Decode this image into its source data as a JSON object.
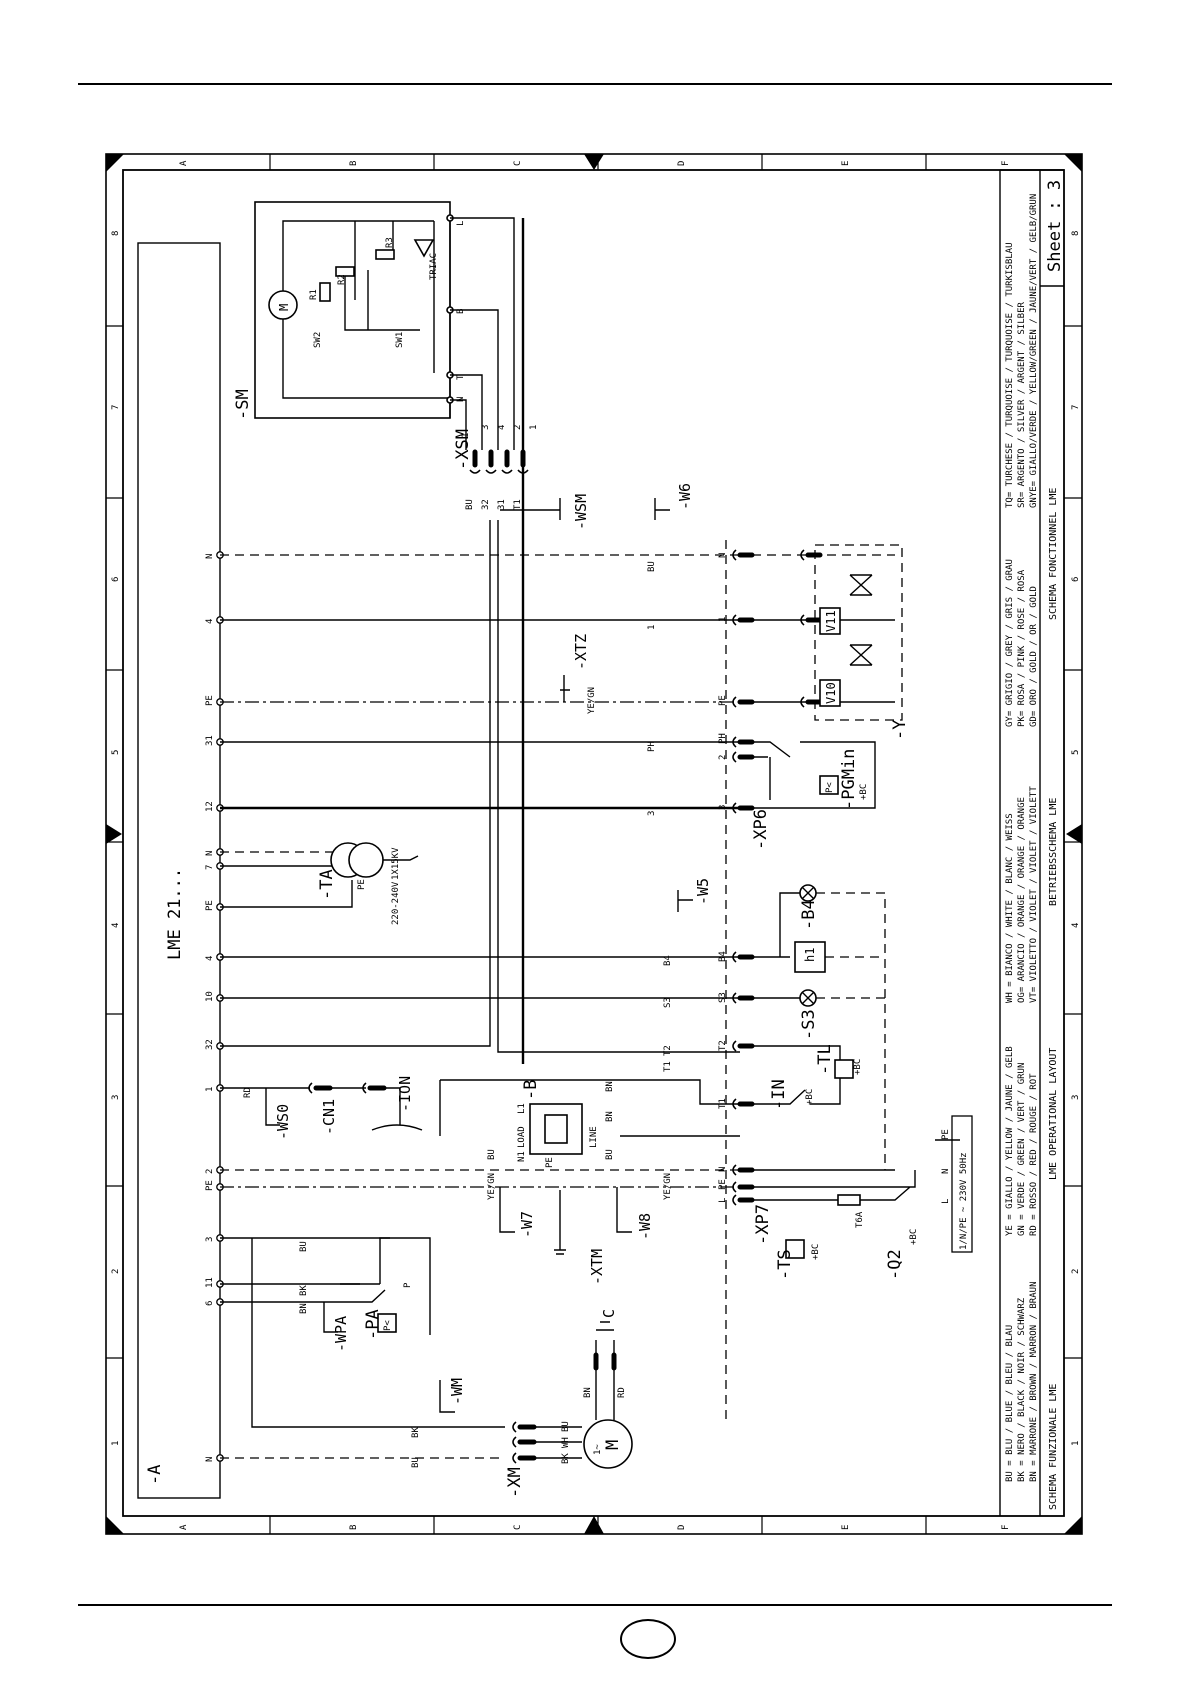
{
  "frame": {
    "cols_top": [
      "A",
      "B",
      "C",
      "D",
      "E",
      "F"
    ],
    "cols_bottom": [
      "A",
      "B",
      "C",
      "D",
      "E",
      "F"
    ],
    "rows_left": [
      "8",
      "7",
      "6",
      "5",
      "4",
      "3",
      "2",
      "1"
    ],
    "rows_right": [
      "8",
      "7",
      "6",
      "5",
      "4",
      "3",
      "2",
      "1"
    ]
  },
  "modules": {
    "lme": "LME 21...",
    "a": "-A",
    "sm": "-SM",
    "ta": "-TA",
    "ta_pe": "PE",
    "ta_volt": "220-240V",
    "ta_rating": "1X15KV"
  },
  "sm_parts": {
    "r1": "R1",
    "r2": "R2",
    "r3": "R3",
    "triac": "TRIAC",
    "sw1": "SW1",
    "sw2": "SW2",
    "motor": "M",
    "term_l": "L",
    "term_b": "B",
    "term_t": "T",
    "term_n": "N"
  },
  "lme_pins": [
    "N",
    "4",
    "PE",
    "31",
    "12",
    "N",
    "7",
    "PE",
    "4",
    "10",
    "32",
    "1",
    "2",
    "PE",
    "3",
    "11",
    "6",
    "N"
  ],
  "xsm": {
    "label": "-XSM",
    "sub": "1",
    "pins": [
      "3",
      "4",
      "2",
      "1"
    ],
    "wires": [
      "BU",
      "32",
      "31",
      "T1"
    ]
  },
  "components": {
    "wsm": "-WSM",
    "w6": "-W6",
    "w5": "-W5",
    "w7": "-W7",
    "w8": "-W8",
    "wm": "-WM",
    "wpa": "-WPA",
    "ws0": "-WS0",
    "xtz": "-XTZ",
    "xtm": "-XTM",
    "xp6": "-XP6",
    "xp7": "-XP7",
    "xm": "-XM",
    "y": "-Y",
    "v10": "V10",
    "v11": "V11",
    "pgmin": "-PGMin",
    "pgmin_bc": "+BC",
    "p_symbol": "P<",
    "b4": "-B4",
    "h1": "h1",
    "s3": "-S3",
    "tl": "-TL",
    "tl_bc": "+BC",
    "ts": "-TS",
    "ts_bc": "+BC",
    "in": "-IN",
    "in_bc": "+BC",
    "q2": "-Q2",
    "q2_bc": "+BC",
    "fuse": "T6A",
    "b": "-B",
    "cn1": "-CN1",
    "ion": "-ION",
    "pa": "-PA",
    "c": "C",
    "motor": "M",
    "motor_phase": "1~",
    "supply": "1/N/PE ~ 230V 50Hz"
  },
  "wire_labels": {
    "bu": "BU",
    "ph": "PH",
    "ye_gn": "YE/GN",
    "bn": "BN",
    "bk": "BK",
    "rd": "RD",
    "wh": "WH",
    "b4": "B4",
    "s3": "S3",
    "t1": "T1",
    "t2": "T2",
    "one": "1",
    "three": "3",
    "load": "LOAD",
    "line": "LINE",
    "l1": "L1",
    "n1": "N1",
    "pe": "PE",
    "n": "N",
    "l": "L",
    "p": "P"
  },
  "xp6_pins": [
    "N",
    "1",
    "PE",
    "PH",
    "2",
    "3"
  ],
  "xp7_pins": [
    "B4",
    "S3",
    "T2",
    "T1",
    "N",
    "PE",
    "L"
  ],
  "legend": [
    [
      "BU = BLU / BLUE / BLEU / BLAU",
      "BK = NERO / BLACK / NOIR / SCHWARZ",
      "BN = MARRONE / BROWN / MARRON / BRAUN"
    ],
    [
      "YE = GIALLO / YELLOW / JAUNE / GELB",
      "GN = VERDE / GREEN / VERT / GRUN",
      "RD = ROSSO / RED / ROUGE / ROT"
    ],
    [
      "WH = BIANCO / WHITE / BLANC / WEISS",
      "OG= ARANCIO / ORANGE / ORANGE / ORANGE",
      "VT= VIOLETTO / VIOLET / VIOLET / VIOLETT"
    ],
    [
      "GY= GRIGIO / GREY / GRIS / GRAU",
      "PK= ROSA / PINK / ROSE / ROSA",
      "GD= ORO / GOLD / OR / GOLD"
    ],
    [
      "TQ= TURCHESE / TURQUOISE / TURQUOISE / TURKISBLAU",
      "SR= ARGENTO / SILVER / ARGENT / SILBER",
      "GNYE= GIALLO/VERDE / YELLOW/GREEN / JAUNE/VERT / GELB/GRUN"
    ]
  ],
  "titles": [
    "SCHEMA FUNZIONALE LME",
    "LME OPERATIONAL LAYOUT",
    "BETRIEBSSCHEMA LME",
    "SCHEMA FONCTIONNEL LME"
  ],
  "sheet": "Sheet : 3"
}
